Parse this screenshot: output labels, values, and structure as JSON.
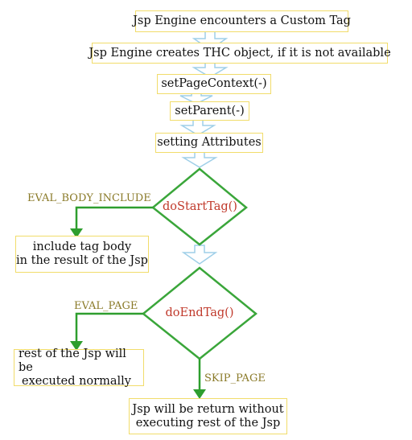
{
  "steps": {
    "encounter": "Jsp Engine encounters a Custom Tag",
    "create": "Jsp Engine creates THC object, if it is not available",
    "set_page_context": "setPageContext(-)",
    "set_parent": "setParent(-)",
    "set_attrs": "setting Attributes"
  },
  "decisions": {
    "start": "doStartTag()",
    "end": "doEndTag()"
  },
  "branches": {
    "eval_body_include": "EVAL_BODY_INCLUDE",
    "eval_page": "EVAL_PAGE",
    "skip_page": "SKIP_PAGE"
  },
  "results": {
    "include_body": [
      "include tag body",
      "in the result of the Jsp"
    ],
    "rest_normal": [
      "rest of the Jsp will be",
      "executed normally"
    ],
    "return_without": [
      "Jsp will be return without",
      "executing rest of the Jsp"
    ]
  },
  "colors": {
    "box_border": "#f1dc6a",
    "flow_arrow": "#9fcfe8",
    "branch_arrow": "#2e9e2e",
    "diamond": "#3aa63a",
    "decision_text": "#c0392b",
    "label_text": "#8a7a28"
  }
}
